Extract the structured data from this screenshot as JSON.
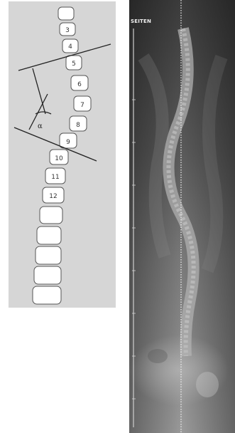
{
  "diagram": {
    "vertebra_labels": [
      "3",
      "4",
      "5",
      "6",
      "7",
      "8",
      "9",
      "10",
      "11",
      "12"
    ],
    "angle_symbol": "α",
    "colors": {
      "panel_bg": "#d6d6d6",
      "vertebra_fill": "#ffffff",
      "line": "#222222"
    }
  },
  "xray": {
    "corner_text": "SEITEN",
    "colors": {
      "film_dark": "#3a3a3a",
      "film_light": "#9a9a9a"
    }
  }
}
